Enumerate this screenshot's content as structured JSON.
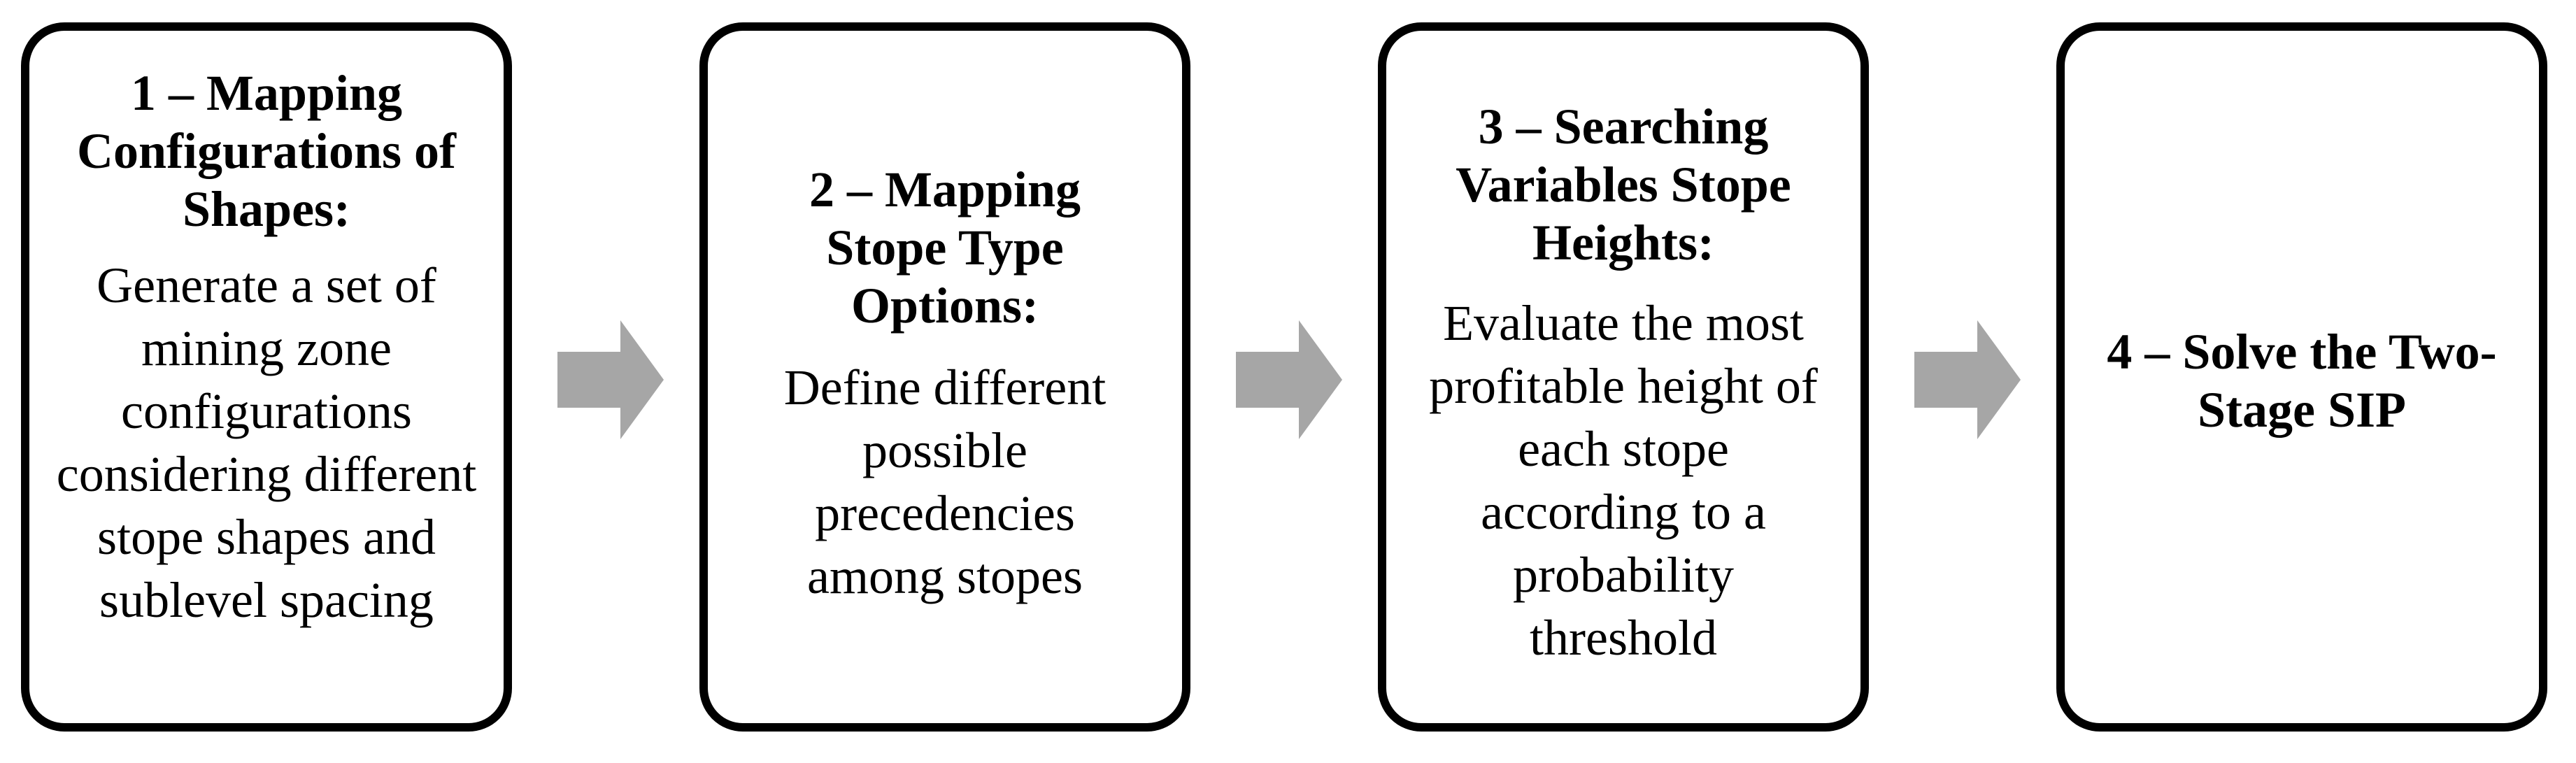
{
  "steps": [
    {
      "title": "1 – Mapping Configurations of Shapes:",
      "description": "Generate a set of mining zone configurations considering different stope shapes and sublevel spacing"
    },
    {
      "title": "2 – Mapping Stope Type Options:",
      "description": "Define different possible precedencies among stopes"
    },
    {
      "title": "3 – Searching Variables Stope Heights:",
      "description": "Evaluate the most profitable height of each stope according to a probability threshold"
    },
    {
      "title": "4 – Solve the Two-Stage SIP",
      "description": ""
    }
  ],
  "colors": {
    "box_border": "#000000",
    "arrow_fill": "#a6a6a6",
    "text": "#000000",
    "background": "#ffffff"
  },
  "icons": {
    "connector": "right-arrow-icon"
  }
}
